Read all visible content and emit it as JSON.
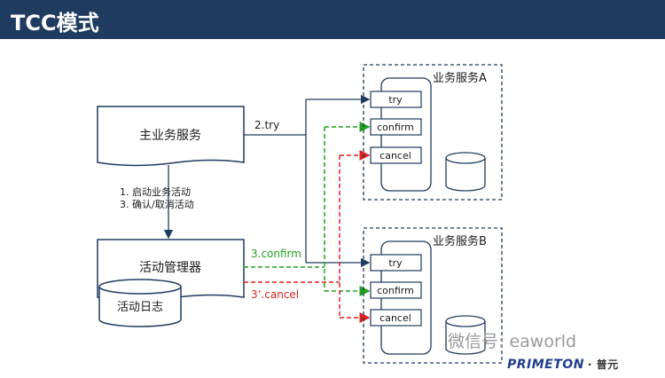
{
  "slide": {
    "title": "TCC模式"
  },
  "diagram": {
    "main_service": "主业务服务",
    "activity_manager": "活动管理器",
    "activity_log": "活动日志",
    "steps": {
      "step1": "1. 启动业务活动",
      "step3": "3. 确认/取消活动"
    },
    "arrows": {
      "try": "2.try",
      "confirm": "3.confirm",
      "cancel": "3’.cancel"
    },
    "service_a": {
      "title": "业务服务A",
      "ops": [
        "try",
        "confirm",
        "cancel"
      ]
    },
    "service_b": {
      "title": "业务服务B",
      "ops": [
        "try",
        "confirm",
        "cancel"
      ]
    }
  },
  "watermark": {
    "text": "微信号: eaworld"
  },
  "logo": {
    "text": "PRIMETON",
    "cn": "· 普元"
  },
  "colors": {
    "header": "#1f3b5f",
    "confirm": "#20a020",
    "cancel": "#e02020",
    "stroke": "#1f3b5f"
  }
}
